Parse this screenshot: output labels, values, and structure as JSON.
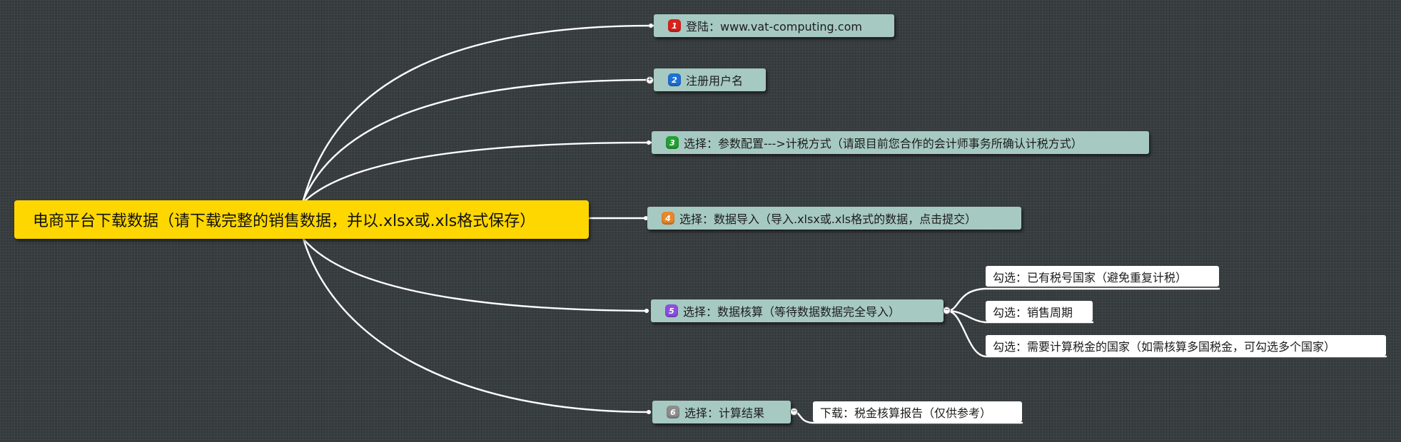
{
  "root": {
    "label": "电商平台下载数据（请下载完整的销售数据，并以.xlsx或.xls格式保存）"
  },
  "steps": [
    {
      "num": "1",
      "label": "登陆：www.vat-computing.com",
      "badge_color": "#d9221c"
    },
    {
      "num": "2",
      "label": "注册用户名",
      "badge_color": "#1f6fd6"
    },
    {
      "num": "3",
      "label": "选择：参数配置--->计税方式（请跟目前您合作的会计师事务所确认计税方式）",
      "badge_color": "#22a033"
    },
    {
      "num": "4",
      "label": "选择：数据导入（导入.xlsx或.xls格式的数据，点击提交）",
      "badge_color": "#e9872a"
    },
    {
      "num": "5",
      "label": "选择：数据核算（等待数据数据完全导入）",
      "badge_color": "#8a4fe0"
    },
    {
      "num": "6",
      "label": "选择：计算结果",
      "badge_color": "#8c8c8c"
    }
  ],
  "step5_children": [
    {
      "label": "勾选：已有税号国家（避免重复计税）"
    },
    {
      "label": "勾选：销售周期"
    },
    {
      "label": "勾选：需要计算税金的国家（如需核算多国税金，可勾选多个国家）"
    }
  ],
  "step6_children": [
    {
      "label": "下载：税金核算报告（仅供参考）"
    }
  ],
  "colors": {
    "background": "#353a3d",
    "root_fill": "#ffd700",
    "step_fill": "#a6c9c1",
    "leaf_fill": "#ffffff",
    "connector": "#ffffff"
  }
}
